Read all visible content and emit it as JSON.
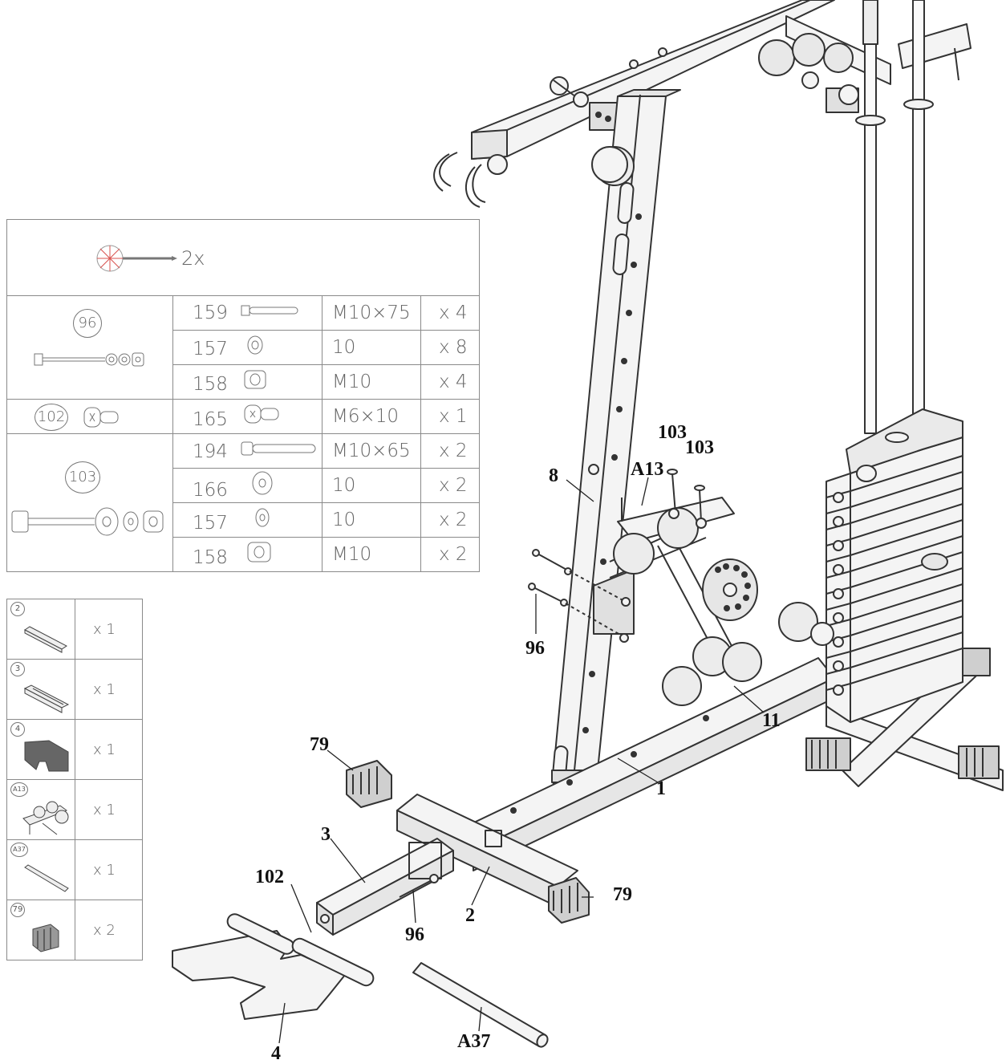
{
  "tool": {
    "multiplier": "2x",
    "icon": "allen-key-icon"
  },
  "hardware_groups": [
    {
      "ref": "96",
      "rows": [
        {
          "part": "159",
          "size": "M10×75",
          "qty": "x 4",
          "icon": "bolt-icon"
        },
        {
          "part": "157",
          "size": "10",
          "qty": "x 8",
          "icon": "washer-icon"
        },
        {
          "part": "158",
          "size": "M10",
          "qty": "x 4",
          "icon": "nut-icon"
        }
      ]
    },
    {
      "ref": "102",
      "rows": [
        {
          "part": "165",
          "size": "M6×10",
          "qty": "x 1",
          "icon": "screw-icon"
        }
      ]
    },
    {
      "ref": "103",
      "rows": [
        {
          "part": "194",
          "size": "M10×65",
          "qty": "x 2",
          "icon": "bolt-icon"
        },
        {
          "part": "166",
          "size": "10",
          "qty": "x 2",
          "icon": "washer-icon"
        },
        {
          "part": "157",
          "size": "10",
          "qty": "x 2",
          "icon": "washer-icon"
        },
        {
          "part": "158",
          "size": "M10",
          "qty": "x 2",
          "icon": "nut-icon"
        }
      ]
    }
  ],
  "parts_list": [
    {
      "ref": "2",
      "qty": "x 1",
      "icon": "square-tube-icon"
    },
    {
      "ref": "3",
      "qty": "x 1",
      "icon": "channel-tube-icon"
    },
    {
      "ref": "4",
      "qty": "x 1",
      "icon": "foot-plate-icon"
    },
    {
      "ref": "A13",
      "qty": "x 1",
      "icon": "pulley-bracket-icon"
    },
    {
      "ref": "A37",
      "qty": "x 1",
      "icon": "rod-icon"
    },
    {
      "ref": "79",
      "qty": "x 2",
      "icon": "end-cap-icon"
    }
  ],
  "callouts": [
    {
      "text": "103"
    },
    {
      "text": "103"
    },
    {
      "text": "A13"
    },
    {
      "text": "8"
    },
    {
      "text": "96"
    },
    {
      "text": "11"
    },
    {
      "text": "79"
    },
    {
      "text": "1"
    },
    {
      "text": "3"
    },
    {
      "text": "102"
    },
    {
      "text": "96"
    },
    {
      "text": "2"
    },
    {
      "text": "79"
    },
    {
      "text": "4"
    },
    {
      "text": "A37"
    }
  ],
  "colors": {
    "line": "#333333",
    "frame_fill": "#f4f4f4",
    "table_border": "#8a8a8a",
    "tool_accent": "#d9534f"
  }
}
